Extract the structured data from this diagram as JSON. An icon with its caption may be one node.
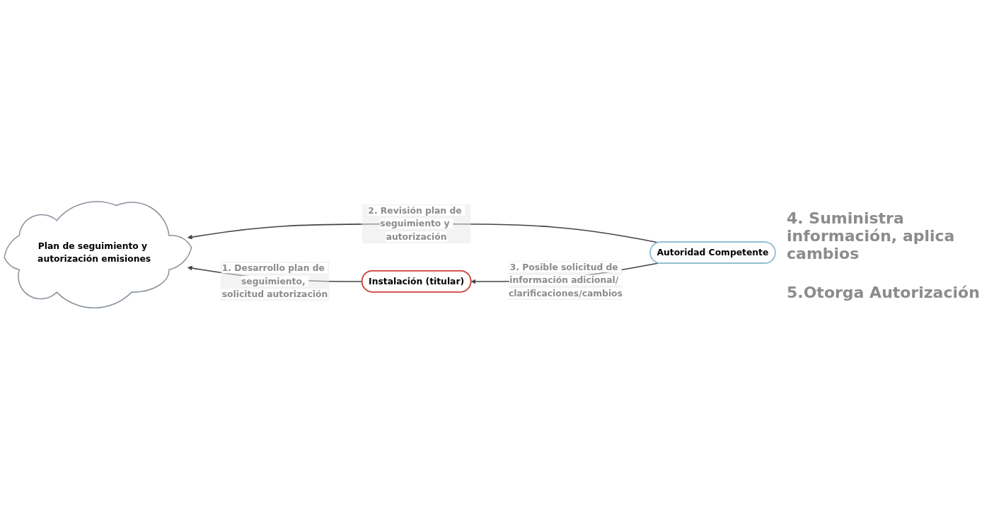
{
  "diagram": {
    "nodes": [
      {
        "text": [
          "Plan de seguimiento y autorización emisiones"
        ]
      },
      {
        "text": [
          "Autoridad Competente"
        ]
      },
      {
        "text": [
          "Instalación (titular)"
        ]
      }
    ],
    "edges": [
      {
        "from": 1,
        "to": 0,
        "arrow": "to",
        "label": "2. Revisión plan de seguimiento y autorización"
      },
      {
        "from": 1,
        "to": 2,
        "arrow": "to",
        "label": "3. Posible solicitud de información adicional/ clarificaciones/cambios"
      },
      {
        "from": 2,
        "to": 0,
        "arrow": "to",
        "label": "1. Desarrollo plan de seguimiento, solicitud autorización"
      }
    ],
    "labels": [
      "4. Suministra información, aplica cambios",
      "5.Otorga Autorización"
    ]
  }
}
